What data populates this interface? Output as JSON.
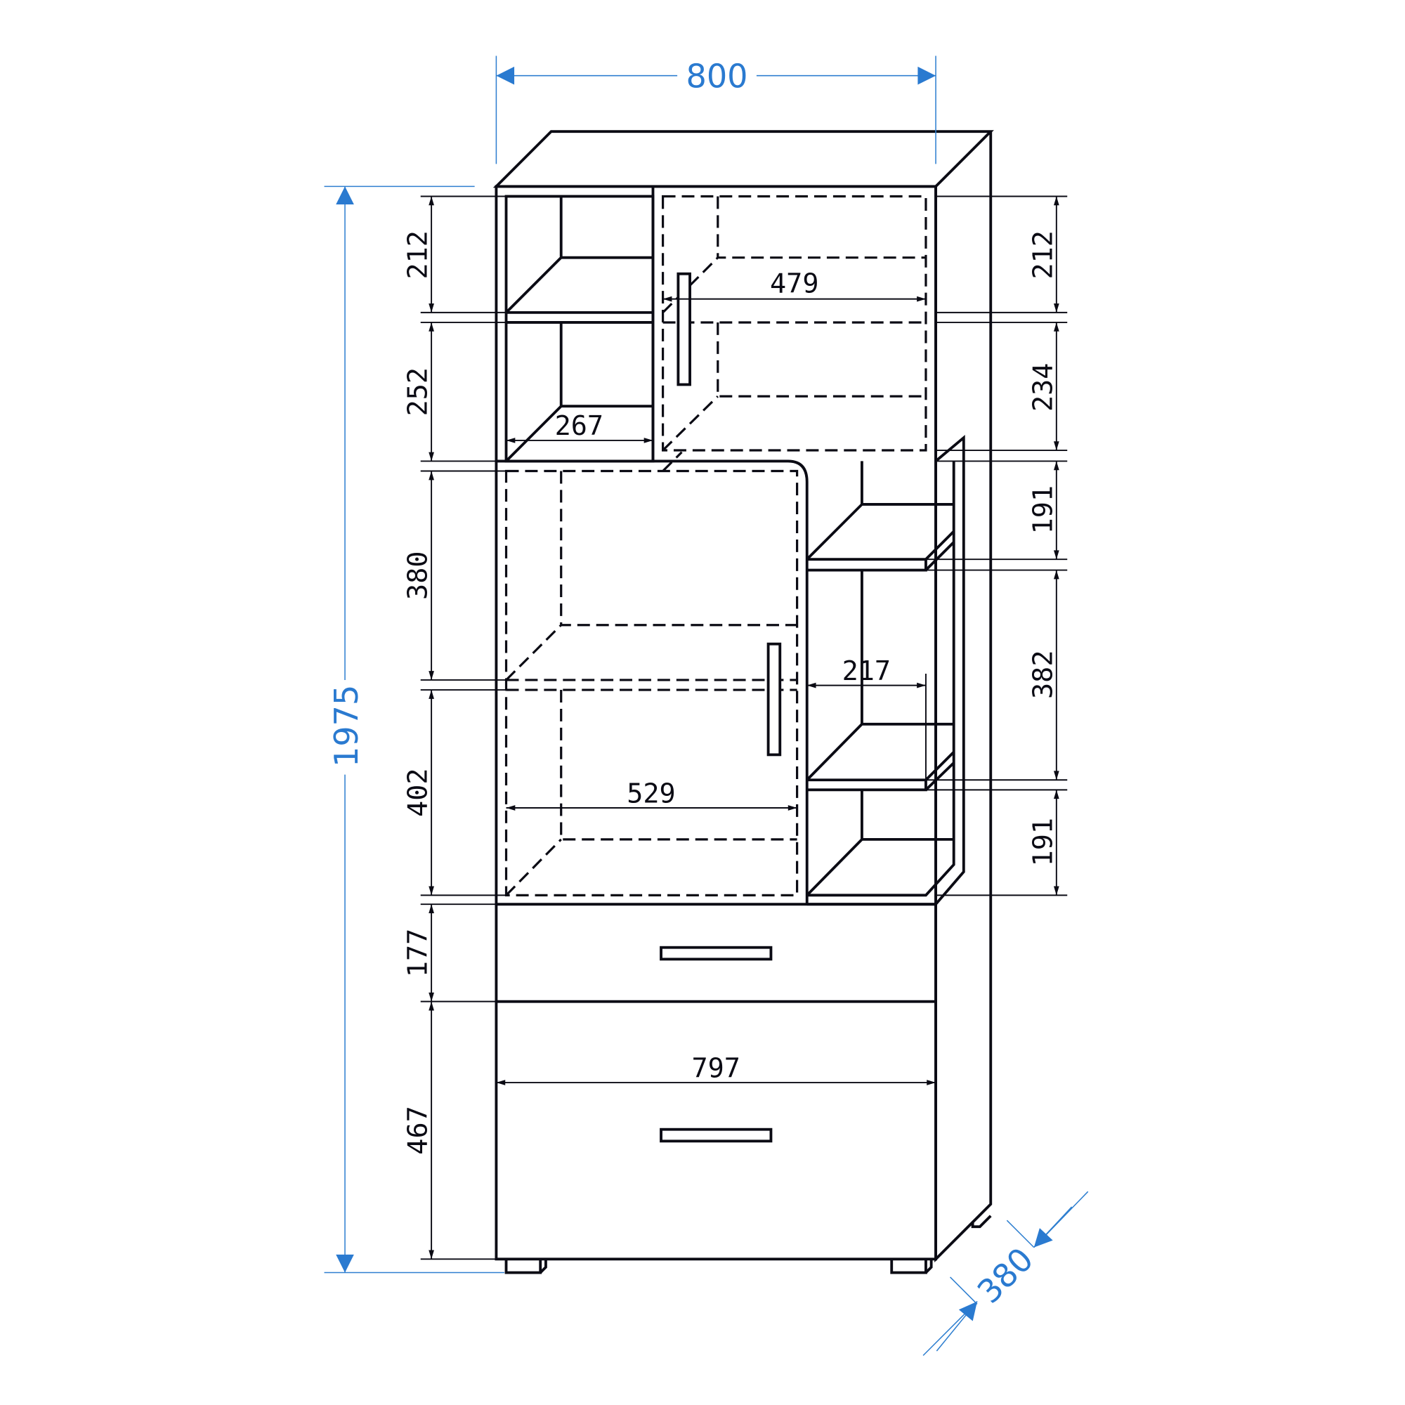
{
  "overall": {
    "width": "800",
    "height": "1975",
    "depth": "380"
  },
  "left_dims": [
    "212",
    "252",
    "380",
    "402",
    "177",
    "467"
  ],
  "right_dims": [
    "212",
    "234",
    "191",
    "382",
    "191"
  ],
  "inner_dims": {
    "upper_right_width": "479",
    "upper_left_width": "267",
    "middle_width": "529",
    "side_shelf_width": "217",
    "drawer_width": "797"
  },
  "colors": {
    "dimension_blue": "#2a7ad0",
    "line": "#0b0b14"
  }
}
